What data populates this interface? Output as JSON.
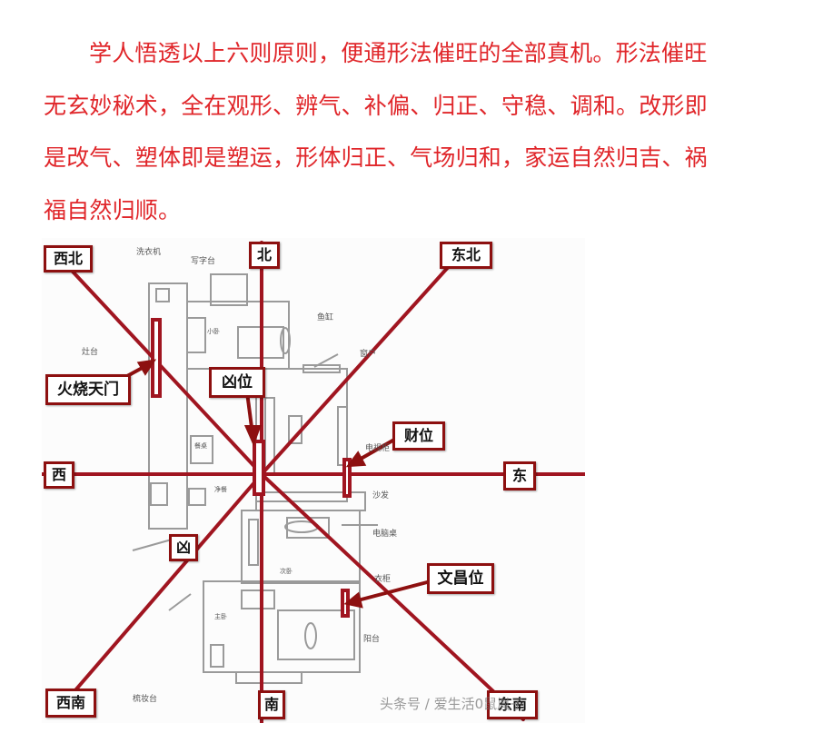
{
  "paragraph": {
    "lines": [
      "学人悟透以上六则原则，便通形法催旺的全部真机。形法催旺",
      "无玄妙秘术，全在观形、辨气、补偏、归正、守稳、调和。改形即",
      "是改气、塑体即是塑运，形体归正、气场归和，家运自然归吉、祸",
      "福自然归顺。"
    ],
    "color": "#e0262a"
  },
  "figure": {
    "directions": {
      "north": "北",
      "northeast": "东北",
      "east": "东",
      "southeast": "东南",
      "south": "南",
      "southwest": "西南",
      "west": "西",
      "northwest": "西北"
    },
    "callouts": {
      "fire": "火烧天门",
      "ominous_center": "凶位",
      "wealth": "财位",
      "ominous_southwest": "凶",
      "wenchang": "文昌位"
    },
    "plan_labels": {
      "washer": "洗衣机",
      "desk": "写字台",
      "fish_tank": "鱼缸",
      "window": "窗户",
      "stove": "灶台",
      "small_room": "小卧",
      "tv_cabinet": "电视柜",
      "dining": "餐桌",
      "sofa": "沙发",
      "sink": "净餐",
      "computer_desk": "电脑桌",
      "second_bedroom": "次卧",
      "wardrobe": "衣柜",
      "master_bedroom": "主卧",
      "balcony": "阳台",
      "dresser": "梳妆台"
    },
    "watermark": "头条号 / 爱生活0鼠胤子",
    "line_color": "#a01520"
  }
}
